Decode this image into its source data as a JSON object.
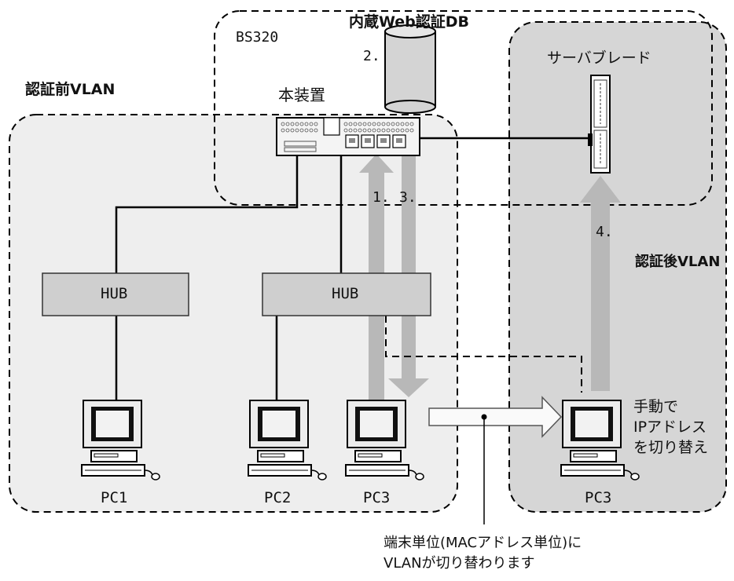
{
  "labels": {
    "bs320": "BS320",
    "auth_db": "内蔵Web認証DB",
    "step2": "2.",
    "server_blade": "サーバブレード",
    "pre_auth_vlan": "認証前VLAN",
    "this_device": "本装置",
    "step1": "1.",
    "step3": "3.",
    "step4": "4.",
    "post_auth_vlan": "認証後VLAN",
    "hub_left": "HUB",
    "hub_right": "HUB",
    "manual_ip_line1": "手動で",
    "manual_ip_line2": "IPアドレス",
    "manual_ip_line3": "を切り替え",
    "pc1": "PC1",
    "pc2": "PC2",
    "pc3_left": "PC3",
    "pc3_right": "PC3",
    "note_line1": "端末単位(MACアドレス単位)に",
    "note_line2": "VLANが切り替わります"
  },
  "colors": {
    "pre_vlan_bg": "#eeeeee",
    "post_vlan_bg": "#d6d6d6",
    "hub_fill": "#cfcfcf",
    "flow_arrow": "#b8b8b8",
    "line": "#000000"
  }
}
